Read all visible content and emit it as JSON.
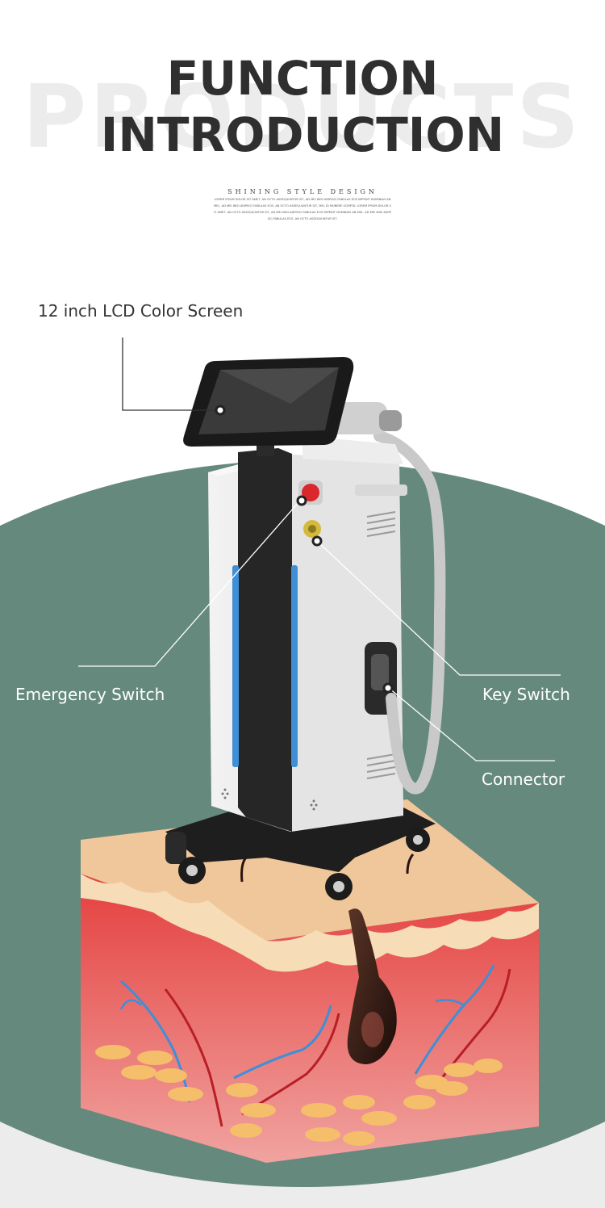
{
  "header": {
    "watermark": "PRODUCTS",
    "title_line1": "FUNCTION",
    "title_line2": "INTRODUCTION",
    "tagline": "SHINING STYLE DESIGN",
    "fine_print": "LOREM IPSUM DOLOR SIT AMET, AN OCTO ASSEQUUNTUR SIT, AD MEI WISI ADIPISCI FABULAS EOS IMPEDIT NOMINAVI AN MEL. AD MEI WISI ADIPISCI FABULAS EOS, AN OCTO ASSEQUUNTUR SIT, MEL ID MUNERE SCRIPTA. LOREM IPSUM DOLOR SIT AMET, AN OCTO ASSEQUUNTUR SIT, AD MEI WISI ADIPISCI FABULAS EOS IMPEDIT NOMINAVI AN MEL. AD MEI WISI ADIPISCI FABULAS EOS, AN OCTO ASSEQUUNTUR SIT."
  },
  "callouts": {
    "screen": "12 inch LCD Color Screen",
    "emergency": "Emergency Switch",
    "key": "Key Switch",
    "connector": "Connector"
  },
  "colors": {
    "background_circle": "#66897e",
    "title": "#2f2f2f",
    "accent_blue": "#3f8fd6",
    "emergency_red": "#d9272d",
    "key_yellow": "#d4b93c",
    "skin": "#f0c79a",
    "tissue_red": "#e9544e",
    "hair": "#2a1410"
  }
}
